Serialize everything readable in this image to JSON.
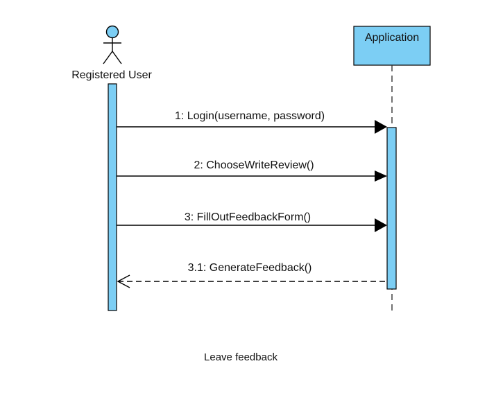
{
  "diagram": {
    "caption": "Leave feedback",
    "colors": {
      "fill": "#7ccef4",
      "stroke": "#000000",
      "lifeline": "#333333",
      "text": "#111111"
    },
    "participants": [
      {
        "id": "user",
        "kind": "actor",
        "label": "Registered User"
      },
      {
        "id": "app",
        "kind": "object",
        "label": "Application"
      }
    ],
    "messages": [
      {
        "label": "1: Login(username, password)",
        "from": "user",
        "to": "app",
        "type": "sync"
      },
      {
        "label": "2: ChooseWriteReview()",
        "from": "user",
        "to": "app",
        "type": "sync"
      },
      {
        "label": "3: FillOutFeedbackForm()",
        "from": "user",
        "to": "app",
        "type": "sync"
      },
      {
        "label": "3.1: GenerateFeedback()",
        "from": "app",
        "to": "user",
        "type": "return"
      }
    ]
  }
}
